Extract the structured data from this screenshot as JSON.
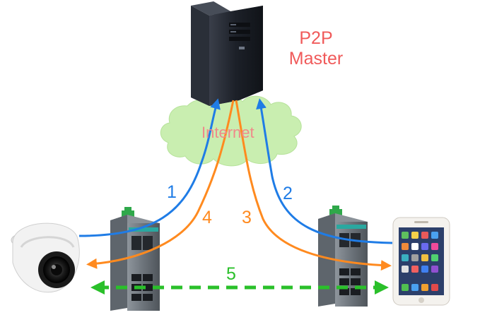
{
  "server_label_line1": "P2P",
  "server_label_line2": "Master",
  "cloud_label": "Internet",
  "paths": [
    {
      "label": "1",
      "color": "#1f7ce6"
    },
    {
      "label": "2",
      "color": "#1f7ce6"
    },
    {
      "label": "3",
      "color": "#ff8a1f"
    },
    {
      "label": "4",
      "color": "#ff8a1f"
    },
    {
      "label": "5",
      "color": "#2ac02a"
    }
  ],
  "colors": {
    "blue": "#1f7ce6",
    "orange": "#ff8a1f",
    "green": "#2ac02a",
    "label_red": "#f05a5a",
    "cloud": "#c9eeb0"
  }
}
